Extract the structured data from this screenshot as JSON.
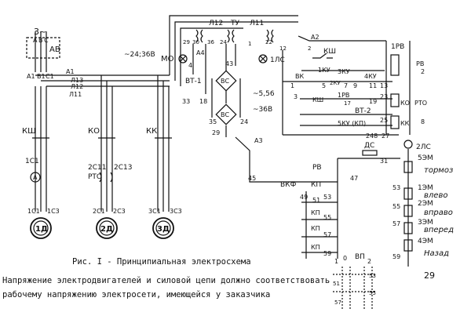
{
  "supply": {
    "phase": "3~",
    "breaker": "AB",
    "A": "A",
    "B": "B",
    "C": "C"
  },
  "main_bus": {
    "a1": "A1",
    "b1": "B1",
    "c1": "C1",
    "l13": "Л13",
    "l12": "Л12",
    "l11": "Л11"
  },
  "motors": [
    {
      "id": "1Д",
      "contactor": "КШ",
      "coil": "1C1",
      "relay": "",
      "c1": "1C1",
      "c3": "1C3"
    },
    {
      "id": "2Д",
      "contactor": "КО",
      "coil": "2C11",
      "relay": "РТО",
      "rc": "2C13",
      "c1": "2C1",
      "c3": "2C3"
    },
    {
      "id": "3Д",
      "contactor": "КК",
      "coil": "",
      "relay": "",
      "c1": "3C1",
      "c3": "3C3"
    }
  ],
  "ammeter": "A",
  "top_labels": {
    "l12": "Л12",
    "tu": "ТУ",
    "l11": "Л11",
    "voltage": "~24;36В",
    "a2": "A2"
  },
  "transformer": {
    "taps": [
      "29",
      "30",
      "36",
      "24",
      "43",
      "1",
      "22",
      "12",
      "2"
    ],
    "mo": "МО",
    "a4": "A4",
    "vt1": "ВТ-1",
    "n33": "33",
    "n18": "18",
    "n4": "4",
    "bridge": "ВС",
    "n35": "35",
    "n24b": "24",
    "n29": "29",
    "rect_v": "~5,56",
    "rect_v2": "~36В",
    "a3": "A3",
    "lamp": "1ЛС"
  },
  "ladder": {
    "ksh": "КШ",
    "vk": "ВК",
    "k1": "1КУ",
    "k3": "3КУ",
    "k4": "4КУ",
    "k2": "2КУ",
    "n1": "1",
    "n3": "3",
    "n5": "5",
    "n7": "7",
    "n9": "9",
    "n11": "11",
    "n13": "13",
    "n19": "19",
    "n17": "17",
    "n23": "23",
    "n25": "25",
    "rv1": "1РВ",
    "rv2": "1РВ",
    "rv": "РВ",
    "r2": "2",
    "vt2": "ВТ-2",
    "kshb": "КШ",
    "ko": "КО",
    "rto": "РТО",
    "kk": "КК",
    "n8": "8",
    "k5": "5КУ (КП)",
    "n248": "248",
    "n27": "27",
    "n3b": "3"
  },
  "lower": {
    "ds": "ДС",
    "ls2": "2ЛС",
    "n31": "31",
    "rv": "РВ",
    "n45": "45",
    "n47": "47",
    "vkf": "ВКФ",
    "kp": "КП",
    "n49": "49",
    "n51": "51",
    "n53": "53",
    "n55": "55",
    "n57": "57",
    "n59": "59",
    "kp2": "КП",
    "kp3": "КП",
    "kp4": "КП",
    "vp": "ВП",
    "n0": "0",
    "n1": "1",
    "n2": "2",
    "em": [
      {
        "code": "5ЭМ",
        "label": "тормоз"
      },
      {
        "code": "1ЭМ",
        "label": "влево"
      },
      {
        "code": "2ЭМ",
        "label": "вправо"
      },
      {
        "code": "3ЭМ",
        "label": "вперед"
      },
      {
        "code": "4ЭМ",
        "label": "Назад"
      }
    ],
    "n29": "29"
  },
  "caption": {
    "title": "Рис. I - Принципиальная электросхема",
    "line1": "Напряжение электродвигателей и силовой цепи должно соответствовать",
    "line2": "рабочему напряжению электросети, имеющейся у заказчика"
  }
}
